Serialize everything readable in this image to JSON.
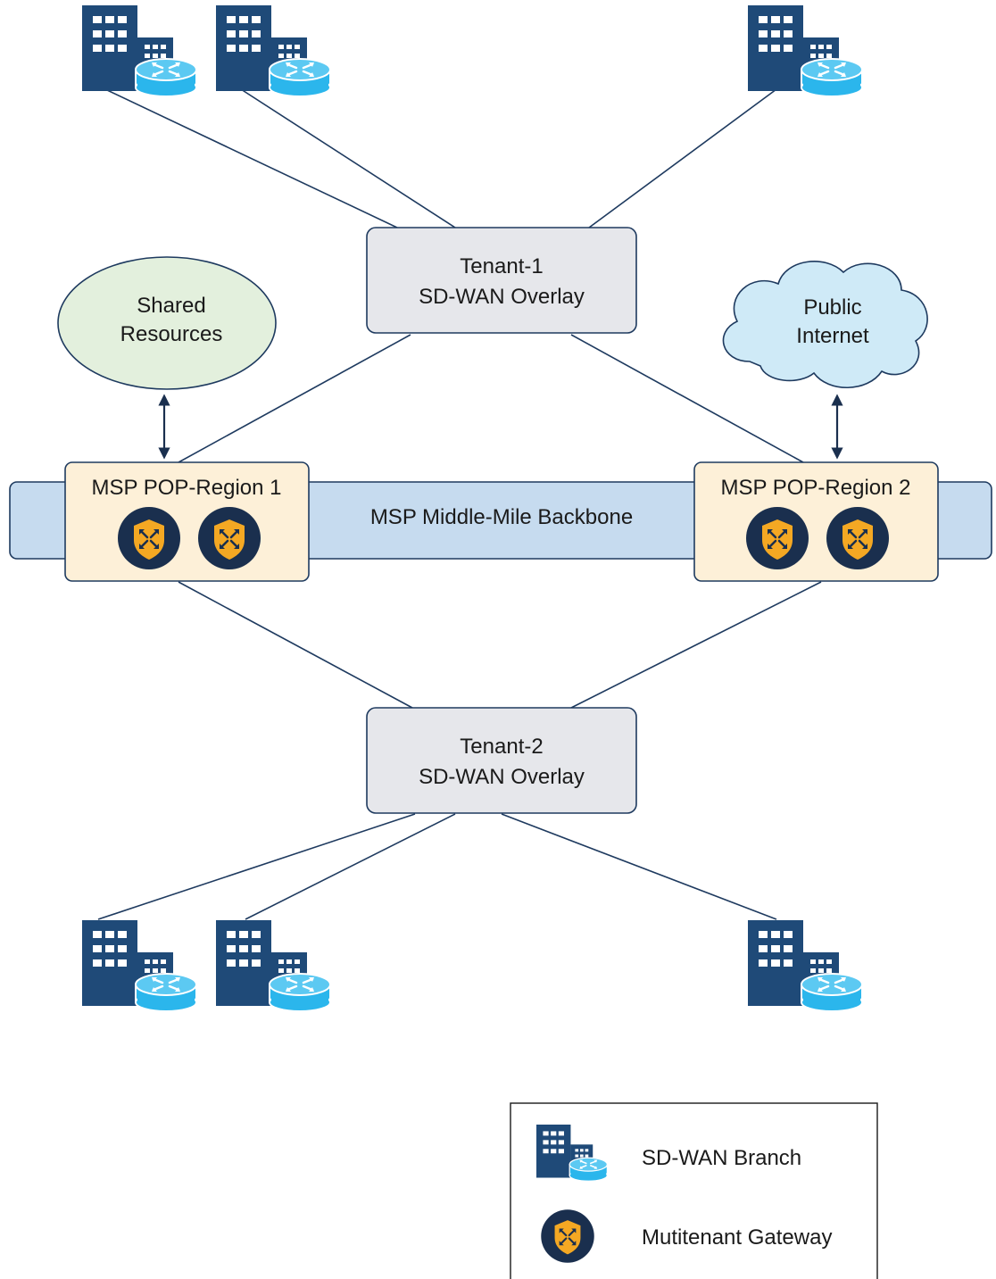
{
  "tenant1": {
    "line1": "Tenant-1",
    "line2": "SD-WAN Overlay"
  },
  "tenant2": {
    "line1": "Tenant-2",
    "line2": "SD-WAN Overlay"
  },
  "shared_resources": {
    "line1": "Shared",
    "line2": "Resources"
  },
  "public_internet": {
    "line1": "Public",
    "line2": "Internet"
  },
  "backbone": {
    "label": "MSP Middle-Mile Backbone"
  },
  "pop1": {
    "label": "MSP POP-Region 1"
  },
  "pop2": {
    "label": "MSP POP-Region 2"
  },
  "legend": {
    "branch_label": "SD-WAN Branch",
    "gateway_label": "Mutitenant Gateway"
  },
  "icons": {
    "branch": "sd-wan-branch-icon",
    "gateway": "multitenant-gateway-icon"
  },
  "colors": {
    "building": "#1f4a78",
    "router": "#2bb6ec",
    "tenant_box": "#e6e7eb",
    "shared_ellipse": "#e3f0dd",
    "cloud": "#cfeaf7",
    "backbone": "#c6dbef",
    "pop_box": "#fdf0d8",
    "gateway_circle": "#1a2f4e",
    "gateway_shield": "#f4a823"
  }
}
